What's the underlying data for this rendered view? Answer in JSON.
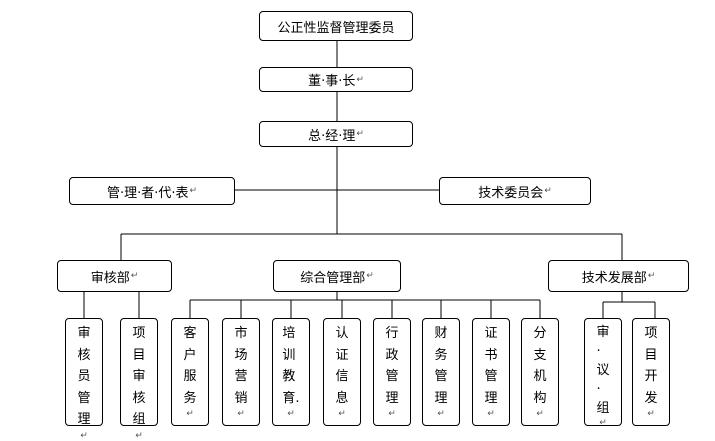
{
  "nodes": {
    "committee": "公正性监督管理委员",
    "chairman": "董·事·长",
    "gm": "总·经·理",
    "mgmt_rep": "管·理·者·代·表",
    "tech_committee": "技术委员会",
    "audit_dept": "审核部",
    "general_dept": "综合管理部",
    "tech_dev_dept": "技术发展部",
    "auditor_mgmt": "审\n核\n员\n管\n理",
    "project_audit_group": "项\n目\n审\n核\n组",
    "customer_service": "客\n户\n服\n务",
    "marketing": "市\n场\n营\n销",
    "training": "培\n训\n教\n育.",
    "cert_info": "认\n证\n信\n息",
    "admin_mgmt": "行\n政\n管\n理",
    "finance_mgmt": "财\n务\n管\n理",
    "certificate_mgmt": "证\n书\n管\n理",
    "branches": "分\n支\n机\n构",
    "review_group": "审\n·\n议\n·\n组",
    "project_dev": "项\n目\n开\n发"
  },
  "para_mark": "↵",
  "colors": {
    "line": "#000000",
    "border": "#000000",
    "background": "#ffffff"
  }
}
